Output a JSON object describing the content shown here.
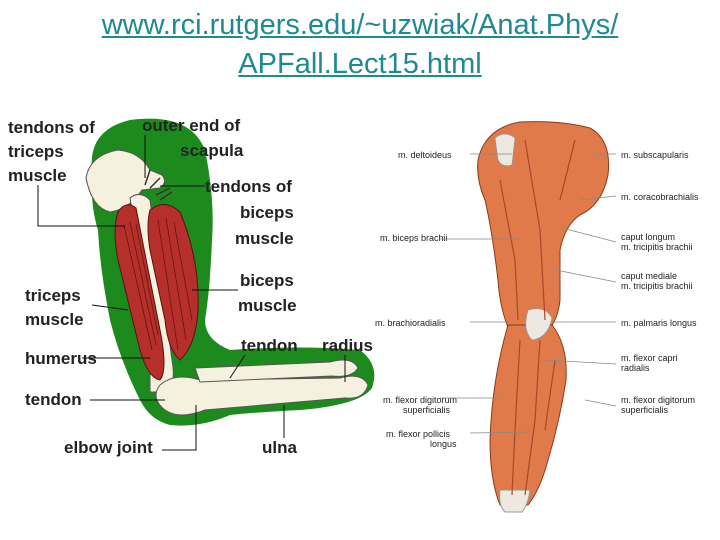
{
  "title": {
    "line1": "www.rci.rutgers.edu/~uzwiak/Anat.Phys/",
    "line2": "APFall.Lect15.html"
  },
  "left_diagram": {
    "labels": {
      "tendons_triceps": [
        "tendons of",
        "triceps",
        "muscle"
      ],
      "outer_scapula": [
        "outer end of",
        "scapula"
      ],
      "tendons_biceps": [
        "tendons of",
        "biceps",
        "muscle"
      ],
      "biceps": [
        "biceps",
        "muscle"
      ],
      "triceps": [
        "triceps",
        "muscle"
      ],
      "humerus": "humerus",
      "tendon_left": "tendon",
      "tendon_mid": "tendon",
      "radius": "radius",
      "elbow_joint": "elbow joint",
      "ulna": "ulna"
    },
    "colors": {
      "background": "#1d8a1d",
      "bone": "#f4f1df",
      "muscle": "#b5302a"
    }
  },
  "right_diagram": {
    "labels_left": [
      "m. deltoideus",
      "m. biceps brachii",
      "m. brachioradialis",
      [
        "m. flexor digitorum",
        "superficialis"
      ],
      [
        "m. flexor pollicis",
        "longus"
      ]
    ],
    "labels_right": [
      "m. subscapularis",
      "m. coracobrachialis",
      [
        "caput longum",
        "m. tricipitis brachii"
      ],
      [
        "caput mediale",
        "m. tricipitis brachii"
      ],
      "m. palmaris longus",
      [
        "m. flexor capri",
        "radialis"
      ],
      [
        "m. flexor digitorum",
        "superficialis"
      ]
    ],
    "colors": {
      "muscle": "#e07a4a",
      "muscle_dark": "#a9472a",
      "tendon": "#eee9e0"
    }
  }
}
